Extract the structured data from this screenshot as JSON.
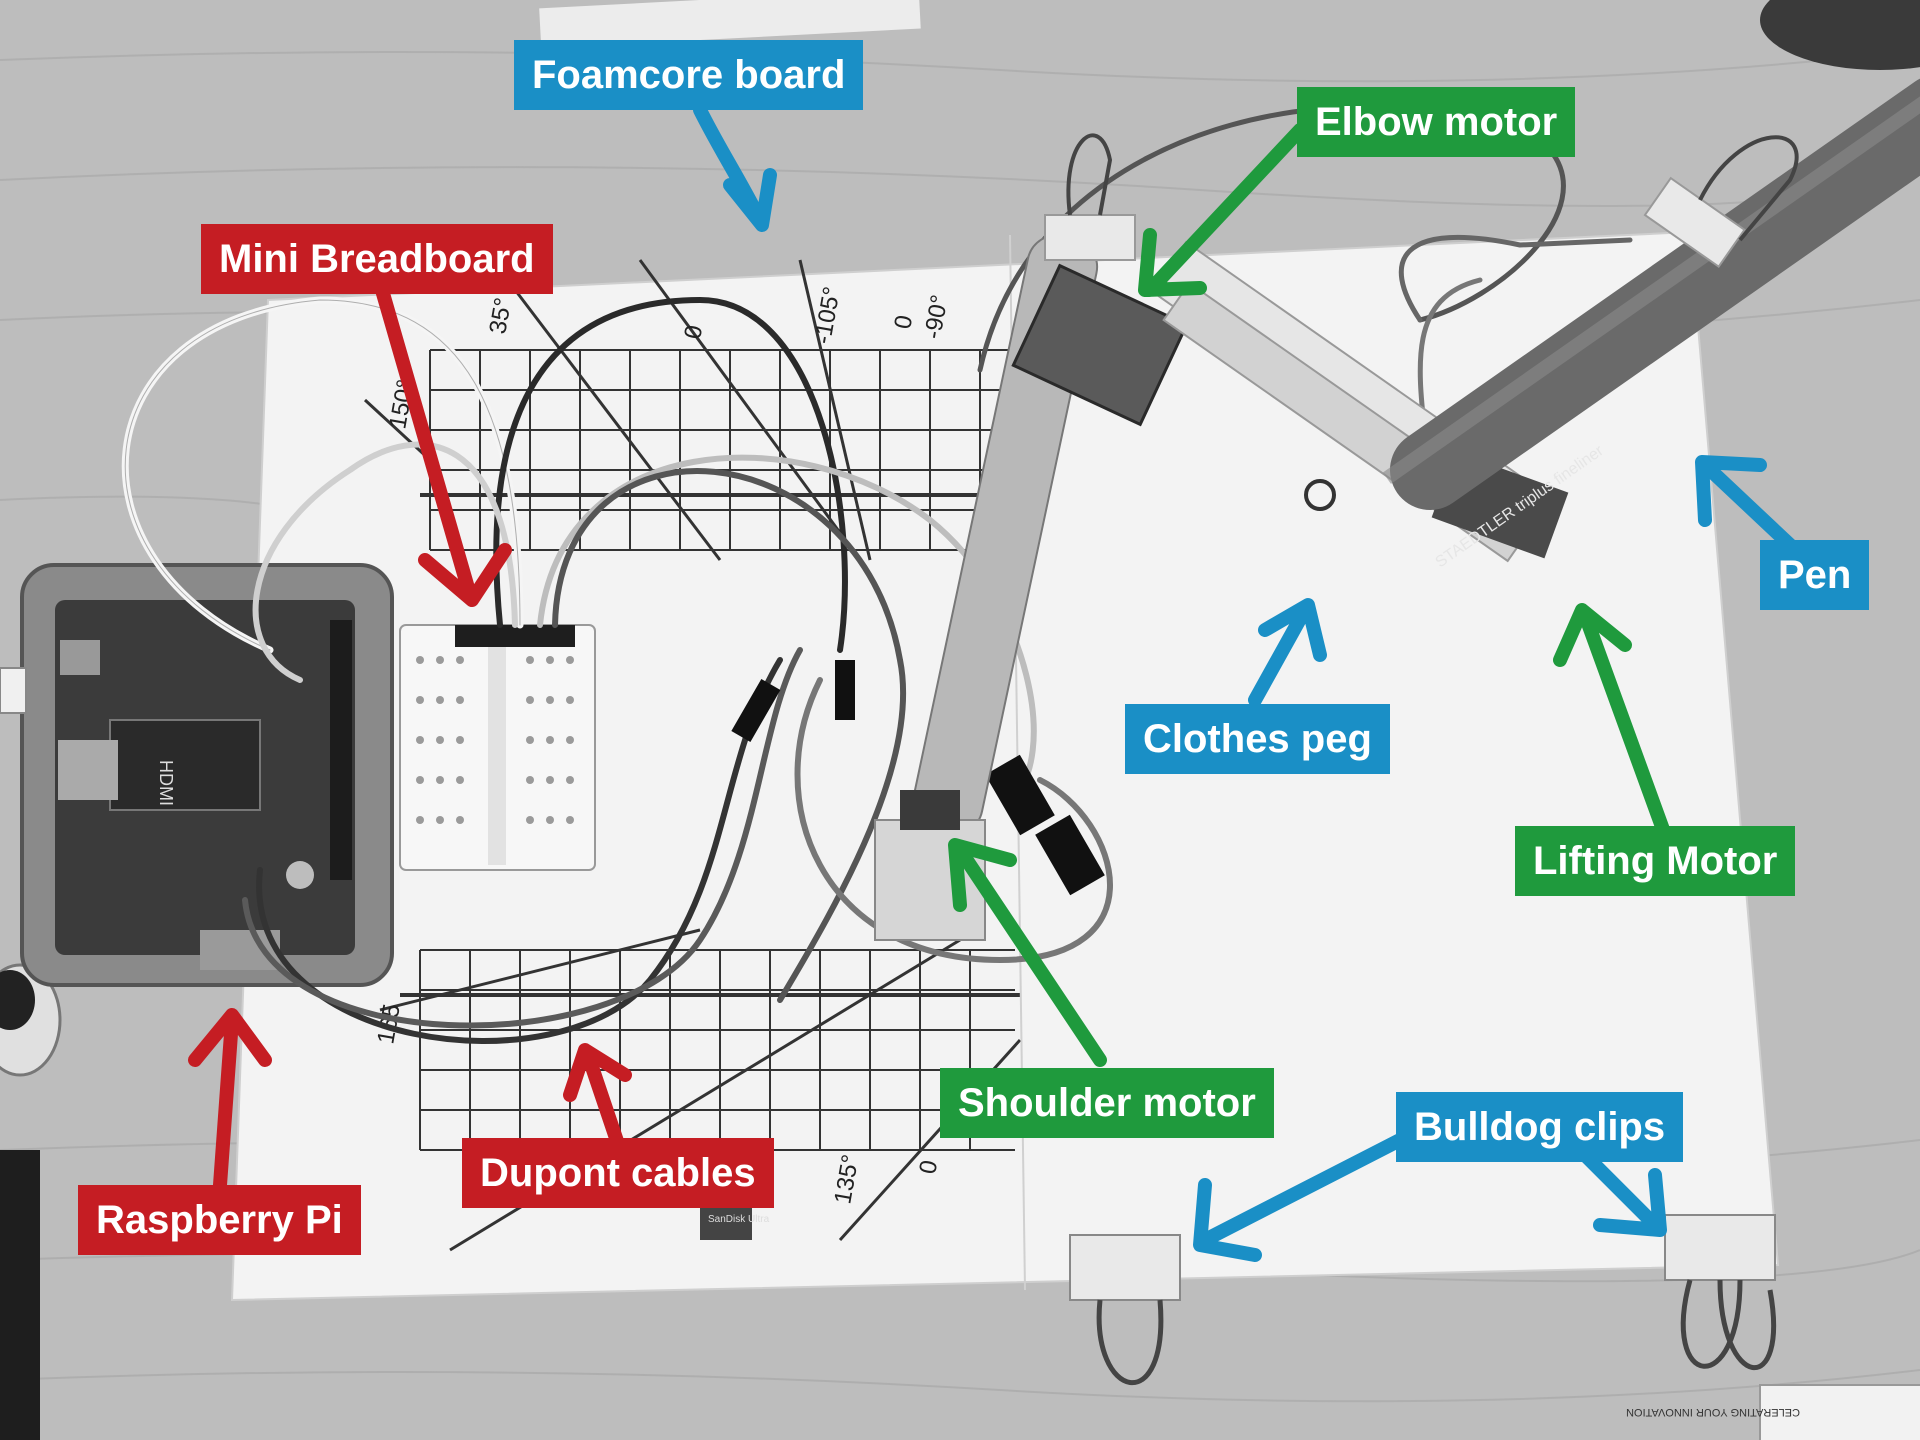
{
  "colors": {
    "blue": "#1a8fc6",
    "green": "#1f9a3d",
    "red": "#c51d23"
  },
  "labels": {
    "foamcore": "Foamcore board",
    "elbow_motor": "Elbow motor",
    "mini_breadboard": "Mini Breadboard",
    "pen": "Pen",
    "clothes_peg": "Clothes peg",
    "lifting_motor": "Lifting Motor",
    "shoulder_motor": "Shoulder motor",
    "bulldog_clips": "Bulldog clips",
    "dupont_cables": "Dupont cables",
    "raspberry_pi": "Raspberry Pi"
  },
  "template_marks": {
    "upper": [
      "35°",
      "150°",
      "0",
      "-105°",
      "0",
      "-90°"
    ],
    "lower": [
      "165",
      "135°",
      "0"
    ]
  },
  "device_text": {
    "hdmi": "HDMI",
    "sd_card": "SanDisk Ultra",
    "pen_brand": "STAEDTLER triplus fineliner",
    "corner_card": "CELERATING YOUR INNOVATION"
  }
}
